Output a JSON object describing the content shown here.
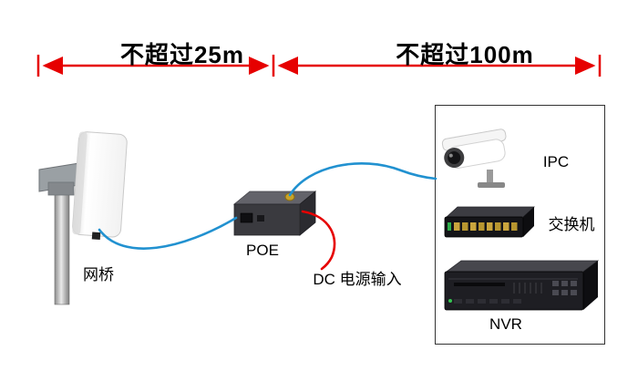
{
  "dimension_annotations": {
    "left_span": "不超过25m",
    "right_span": "不超过100m"
  },
  "device_labels": {
    "bridge": "网桥",
    "poe": "POE",
    "dc_power": "DC 电源输入",
    "ipc": "IPC",
    "switch": "交换机",
    "nvr": "NVR"
  },
  "colors": {
    "dimension_line": "#e60000",
    "network_cable": "#2191d0",
    "power_cable": "#e60000",
    "device_box_border": "#333333",
    "text": "#000000"
  }
}
